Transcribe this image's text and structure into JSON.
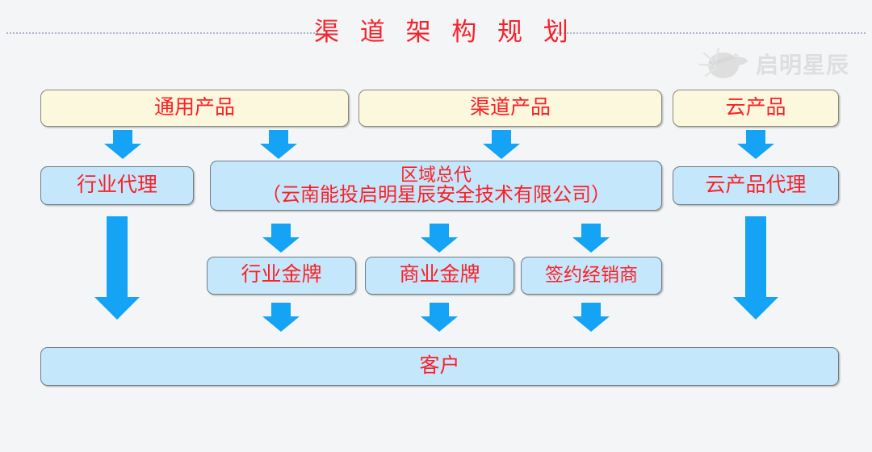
{
  "slide": {
    "title": "渠 道 架 构 规 划",
    "title_color": "#f4232b",
    "background_color": "#f4f5f6"
  },
  "watermark": {
    "brand_text": "启明星辰",
    "mark_label": "Venustech",
    "color": "#dedede"
  },
  "palette": {
    "product_fill": "#fcf8dd",
    "product_border": "#8a8a78",
    "node_fill": "#c5e7fb",
    "node_border": "#6d7d88",
    "node_text": "#fd1f25",
    "arrow": "#14a3f5",
    "rule": "#aeb6c9"
  },
  "nodes": {
    "products": [
      {
        "id": "general",
        "label": "通用产品"
      },
      {
        "id": "channel",
        "label": "渠道产品"
      },
      {
        "id": "cloud",
        "label": "云产品"
      }
    ],
    "agents": [
      {
        "id": "industry-agent",
        "label": "行业代理"
      },
      {
        "id": "regional",
        "label": "区域总代",
        "sub": "（云南能投启明星辰安全技术有限公司）"
      },
      {
        "id": "cloud-agent",
        "label": "云产品代理"
      }
    ],
    "partners": [
      {
        "id": "industry-gold",
        "label": "行业金牌"
      },
      {
        "id": "business-gold",
        "label": "商业金牌"
      },
      {
        "id": "dealer",
        "label": "签约经销商"
      }
    ],
    "customer": {
      "id": "customer",
      "label": "客户"
    }
  },
  "arrows": [
    {
      "id": "general-to-industry",
      "from": "general",
      "to": "industry-agent",
      "kind": "short"
    },
    {
      "id": "general-to-regional",
      "from": "general",
      "to": "regional",
      "kind": "short"
    },
    {
      "id": "channel-to-regional",
      "from": "channel",
      "to": "regional",
      "kind": "short"
    },
    {
      "id": "cloud-to-cloudagent",
      "from": "cloud",
      "to": "cloud-agent",
      "kind": "short"
    },
    {
      "id": "regional-to-igold",
      "from": "regional",
      "to": "industry-gold",
      "kind": "short"
    },
    {
      "id": "regional-to-bgold",
      "from": "regional",
      "to": "business-gold",
      "kind": "short"
    },
    {
      "id": "regional-to-dealer",
      "from": "regional",
      "to": "dealer",
      "kind": "short"
    },
    {
      "id": "igold-to-customer",
      "from": "industry-gold",
      "to": "customer",
      "kind": "short"
    },
    {
      "id": "bgold-to-customer",
      "from": "business-gold",
      "to": "customer",
      "kind": "short"
    },
    {
      "id": "dealer-to-customer",
      "from": "dealer",
      "to": "customer",
      "kind": "short"
    },
    {
      "id": "industry-to-customer",
      "from": "industry-agent",
      "to": "customer",
      "kind": "long"
    },
    {
      "id": "cloudagent-to-customer",
      "from": "cloud-agent",
      "to": "customer",
      "kind": "long"
    }
  ]
}
